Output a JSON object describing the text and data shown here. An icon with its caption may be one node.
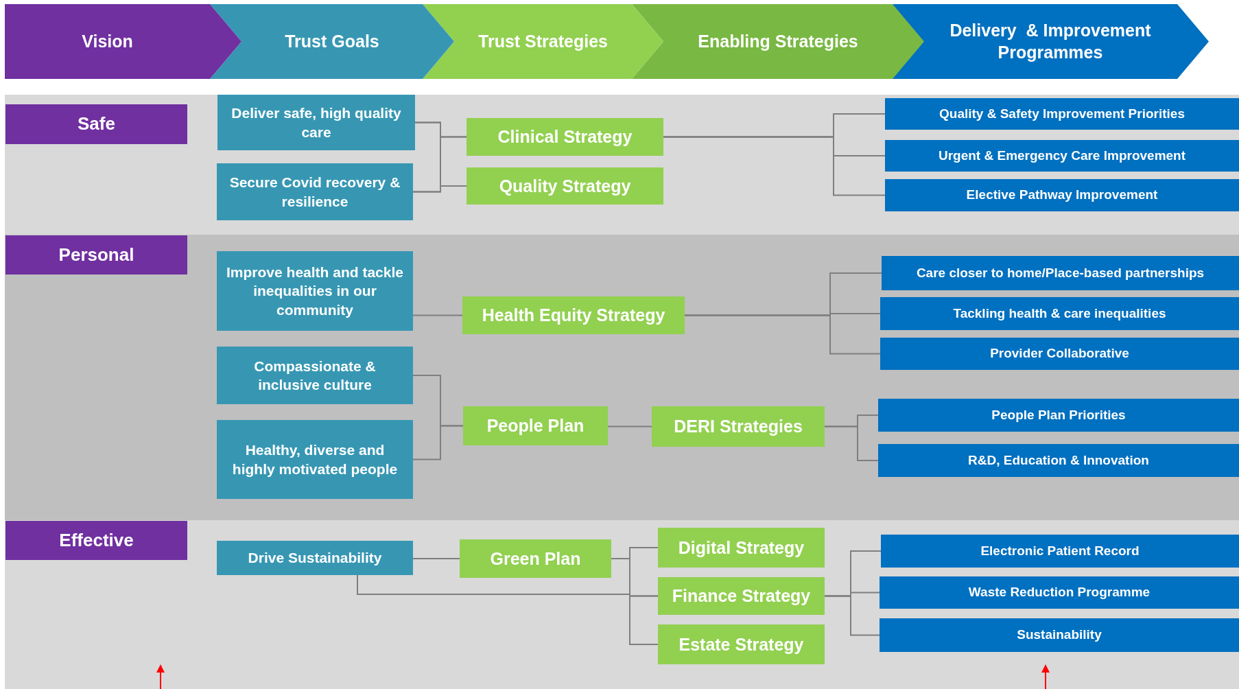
{
  "diagram": {
    "nodes": [
      {
        "text": [
          "Vision"
        ]
      },
      {
        "text": [
          "Trust Goals"
        ]
      },
      {
        "text": [
          "Trust Strategies"
        ]
      },
      {
        "text": [
          "Enabling Strategies"
        ]
      },
      {
        "text": [
          "Delivery  & Improvement Programmes"
        ]
      },
      {
        "text": [
          "Safe"
        ]
      },
      {
        "text": [
          "Deliver safe, high quality care"
        ]
      },
      {
        "text": [
          "Secure Covid recovery & resilience"
        ]
      },
      {
        "text": [
          "Clinical Strategy"
        ]
      },
      {
        "text": [
          "Quality Strategy"
        ]
      },
      {
        "text": [
          "Quality & Safety Improvement Priorities"
        ]
      },
      {
        "text": [
          "Urgent & Emergency Care Improvement"
        ]
      },
      {
        "text": [
          "Elective Pathway Improvement"
        ]
      },
      {
        "text": [
          "Personal"
        ]
      },
      {
        "text": [
          "Improve health and tackle inequalities in our community"
        ]
      },
      {
        "text": [
          "Health Equity Strategy"
        ]
      },
      {
        "text": [
          "Care closer to home/Place-based partnerships"
        ]
      },
      {
        "text": [
          "Tackling health & care inequalities"
        ]
      },
      {
        "text": [
          "Provider Collaborative"
        ]
      },
      {
        "text": [
          "Compassionate & inclusive culture"
        ]
      },
      {
        "text": [
          "Healthy, diverse and highly motivated people"
        ]
      },
      {
        "text": [
          "People Plan"
        ]
      },
      {
        "text": [
          "DERI Strategies"
        ]
      },
      {
        "text": [
          "People Plan Priorities"
        ]
      },
      {
        "text": [
          "R&D, Education & Innovation"
        ]
      },
      {
        "text": [
          "Effective"
        ]
      },
      {
        "text": [
          "Drive Sustainability"
        ]
      },
      {
        "text": [
          "Green Plan"
        ]
      },
      {
        "text": [
          "Digital Strategy"
        ]
      },
      {
        "text": [
          "Finance Strategy"
        ]
      },
      {
        "text": [
          "Estate Strategy"
        ]
      },
      {
        "text": [
          "Electronic Patient Record"
        ]
      },
      {
        "text": [
          "Waste Reduction Programme"
        ]
      },
      {
        "text": [
          "Sustainability"
        ]
      }
    ],
    "edges": [
      {
        "from": 6,
        "to": 8,
        "arrow": "none"
      },
      {
        "from": 6,
        "to": 9,
        "arrow": "none"
      },
      {
        "from": 7,
        "to": 8,
        "arrow": "none"
      },
      {
        "from": 7,
        "to": 9,
        "arrow": "none"
      },
      {
        "from": 8,
        "to": 10,
        "arrow": "none"
      },
      {
        "from": 8,
        "to": 11,
        "arrow": "none"
      },
      {
        "from": 8,
        "to": 12,
        "arrow": "none"
      },
      {
        "from": 14,
        "to": 15,
        "arrow": "none"
      },
      {
        "from": 15,
        "to": 16,
        "arrow": "none"
      },
      {
        "from": 15,
        "to": 17,
        "arrow": "none"
      },
      {
        "from": 15,
        "to": 18,
        "arrow": "none"
      },
      {
        "from": 19,
        "to": 21,
        "arrow": "none"
      },
      {
        "from": 20,
        "to": 21,
        "arrow": "none"
      },
      {
        "from": 21,
        "to": 22,
        "arrow": "none"
      },
      {
        "from": 22,
        "to": 23,
        "arrow": "none"
      },
      {
        "from": 22,
        "to": 24,
        "arrow": "none"
      },
      {
        "from": 26,
        "to": 27,
        "arrow": "none"
      },
      {
        "from": 27,
        "to": 28,
        "arrow": "none"
      },
      {
        "from": 27,
        "to": 29,
        "arrow": "none"
      },
      {
        "from": 27,
        "to": 30,
        "arrow": "none"
      },
      {
        "from": 26,
        "to": 28,
        "arrow": "none"
      },
      {
        "from": 26,
        "to": 29,
        "arrow": "none"
      },
      {
        "from": 26,
        "to": 30,
        "arrow": "none"
      },
      {
        "from": 29,
        "to": 31,
        "arrow": "none"
      },
      {
        "from": 29,
        "to": 32,
        "arrow": "none"
      },
      {
        "from": 29,
        "to": 33,
        "arrow": "none"
      }
    ]
  }
}
